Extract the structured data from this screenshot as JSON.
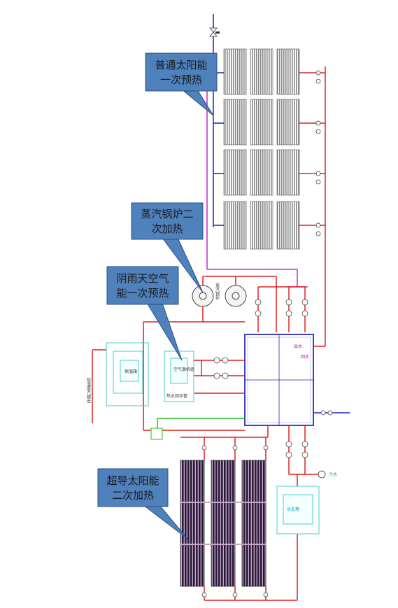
{
  "callouts": {
    "solar_preheat": {
      "line1": "普通太阳能",
      "line2": "一次预热"
    },
    "steam_boiler": {
      "line1": "蒸汽锅炉二",
      "line2": "次加热"
    },
    "air_source": {
      "line1": "阴雨天空气",
      "line2": "能一次预热"
    },
    "superconductive": {
      "line1": "超导太阳能",
      "line2": "二次加热"
    }
  },
  "labels": {
    "constant_temp_tank": "恒温箱",
    "air_unit": "空气源机组",
    "hot_water_return": "热水回水管",
    "constant_temp_outlet": "恒温蒸汽输出",
    "steam_boiler_vertical": "蒸汽锅炉",
    "aux_tank": "水处理",
    "cold_water": "冷水",
    "tank_label_a": "出水",
    "tank_label_b": "回水"
  },
  "colors": {
    "callout_fill": "#4f81bd",
    "callout_stroke": "#2f4f7f",
    "pipe_red": "#e02020",
    "pipe_blue": "#2020c0",
    "pipe_magenta": "#d020d0",
    "pipe_green": "#20c020",
    "unit_cyan": "#40d0d0",
    "collector_dark": "#2a1a3a"
  }
}
